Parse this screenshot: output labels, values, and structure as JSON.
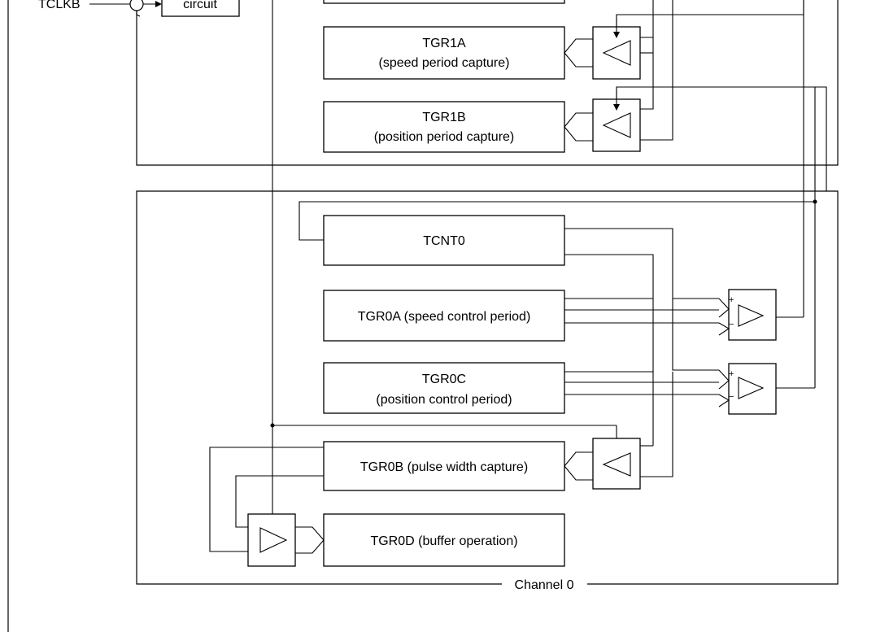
{
  "input": {
    "signal": "TCLKB",
    "block": "circuit"
  },
  "channel0": {
    "label": "Channel 0"
  },
  "registers": {
    "tgr1a": {
      "line1": "TGR1A",
      "line2": "(speed period capture)"
    },
    "tgr1b": {
      "line1": "TGR1B",
      "line2": "(position period capture)"
    },
    "tcnt0": {
      "label": "TCNT0"
    },
    "tgr0a": {
      "label": "TGR0A (speed control period)"
    },
    "tgr0c": {
      "line1": "TGR0C",
      "line2": "(position control period)"
    },
    "tgr0b": {
      "label": "TGR0B (pulse width capture)"
    },
    "tgr0d": {
      "label": "TGR0D (buffer operation)"
    }
  },
  "comparators": {
    "plus": "+",
    "minus": "−"
  }
}
